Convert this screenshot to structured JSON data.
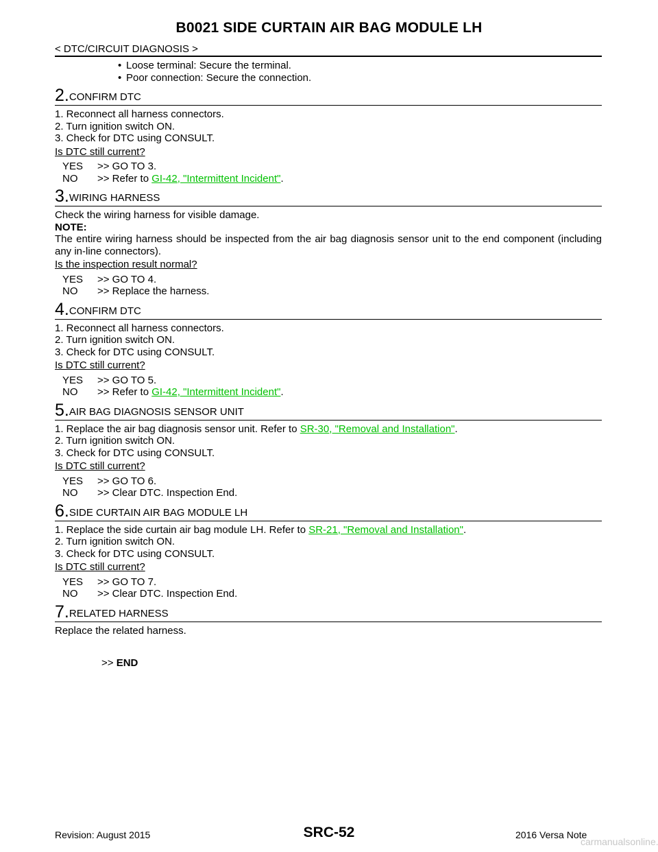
{
  "header": {
    "title": "B0021 SIDE CURTAIN AIR BAG MODULE LH",
    "subtitle": "< DTC/CIRCUIT DIAGNOSIS >"
  },
  "bullets": [
    "Loose terminal: Secure the terminal.",
    "Poor connection: Secure the connection."
  ],
  "steps": [
    {
      "num": "2.",
      "heading": "CONFIRM DTC",
      "lines": [
        "1.  Reconnect all harness connectors.",
        "2.  Turn ignition switch ON.",
        "3.  Check for DTC using CONSULT."
      ],
      "question": "Is DTC still current?",
      "yes": {
        "key": "YES",
        "text": ">> GO TO 3."
      },
      "no": {
        "key": "NO",
        "pre": ">> Refer to ",
        "link": "GI-42, \"Intermittent Incident\"",
        "post": "."
      }
    },
    {
      "num": "3.",
      "heading": "WIRING HARNESS",
      "line1": "Check the wiring harness for visible damage.",
      "note_label": "NOTE:",
      "note_text": "The entire wiring harness should be inspected from the air bag diagnosis sensor unit to the end component (including any in-line connectors).",
      "question": "Is the inspection result normal?",
      "yes": {
        "key": "YES",
        "text": ">> GO TO 4."
      },
      "no": {
        "key": "NO",
        "text": ">> Replace the harness."
      }
    },
    {
      "num": "4.",
      "heading": "CONFIRM DTC",
      "lines": [
        "1.  Reconnect all harness connectors.",
        "2.  Turn ignition switch ON.",
        "3.  Check for DTC using CONSULT."
      ],
      "question": "Is DTC still current?",
      "yes": {
        "key": "YES",
        "text": ">> GO TO 5."
      },
      "no": {
        "key": "NO",
        "pre": ">> Refer to ",
        "link": "GI-42, \"Intermittent Incident\"",
        "post": "."
      }
    },
    {
      "num": "5.",
      "heading": "AIR BAG DIAGNOSIS SENSOR UNIT",
      "l1_pre": "1.  Replace the air bag diagnosis sensor unit. Refer to ",
      "l1_link": "SR-30, \"Removal and Installation\"",
      "l1_post": ".",
      "lines": [
        "2.  Turn ignition switch ON.",
        "3.  Check for DTC using CONSULT."
      ],
      "question": "Is DTC still current?",
      "yes": {
        "key": "YES",
        "text": ">> GO TO 6."
      },
      "no": {
        "key": "NO",
        "text": ">> Clear DTC. Inspection End."
      }
    },
    {
      "num": "6.",
      "heading": "SIDE CURTAIN AIR BAG MODULE LH",
      "l1_pre": "1.  Replace the side curtain air bag module LH. Refer to ",
      "l1_link": "SR-21, \"Removal and Installation\"",
      "l1_post": ".",
      "lines": [
        "2.  Turn ignition switch ON.",
        "3.  Check for DTC using CONSULT."
      ],
      "question": "Is DTC still current?",
      "yes": {
        "key": "YES",
        "text": ">> GO TO 7."
      },
      "no": {
        "key": "NO",
        "text": ">> Clear DTC. Inspection End."
      }
    },
    {
      "num": "7.",
      "heading": "RELATED HARNESS",
      "text": "Replace the related harness.",
      "end_pre": ">> ",
      "end": "END"
    }
  ],
  "footer": {
    "revision": "Revision: August 2015",
    "page": "SRC-52",
    "model": "2016 Versa Note",
    "watermark": "carmanualsonline.info"
  }
}
